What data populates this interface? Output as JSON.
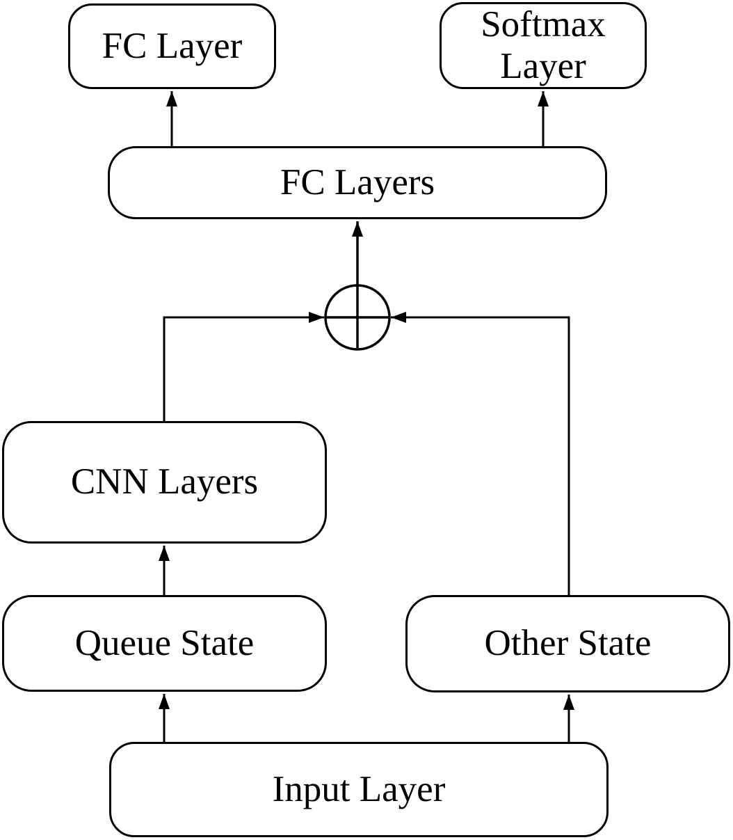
{
  "diagram": {
    "type": "flowchart",
    "description": "Neural network architecture: input splits into queue state (via CNN) and other state, concatenated then passed through FC layers to FC and Softmax output heads",
    "nodes": {
      "fc_layer": {
        "label": "FC Layer"
      },
      "softmax_layer": {
        "label": "Softmax Layer"
      },
      "fc_layers": {
        "label": "FC Layers"
      },
      "cnn_layers": {
        "label": "CNN Layers"
      },
      "queue_state": {
        "label": "Queue State"
      },
      "other_state": {
        "label": "Other State"
      },
      "input_layer": {
        "label": "Input Layer"
      }
    },
    "operator": {
      "symbol": "⊕",
      "name": "add-concat-node"
    },
    "edges": [
      {
        "from": "input_layer",
        "to": "queue_state"
      },
      {
        "from": "input_layer",
        "to": "other_state"
      },
      {
        "from": "queue_state",
        "to": "cnn_layers"
      },
      {
        "from": "cnn_layers",
        "to": "add-concat-node"
      },
      {
        "from": "other_state",
        "to": "add-concat-node"
      },
      {
        "from": "add-concat-node",
        "to": "fc_layers"
      },
      {
        "from": "fc_layers",
        "to": "fc_layer"
      },
      {
        "from": "fc_layers",
        "to": "softmax_layer"
      }
    ],
    "colors": {
      "stroke": "#000000",
      "fill": "#ffffff",
      "text": "#000000"
    }
  }
}
